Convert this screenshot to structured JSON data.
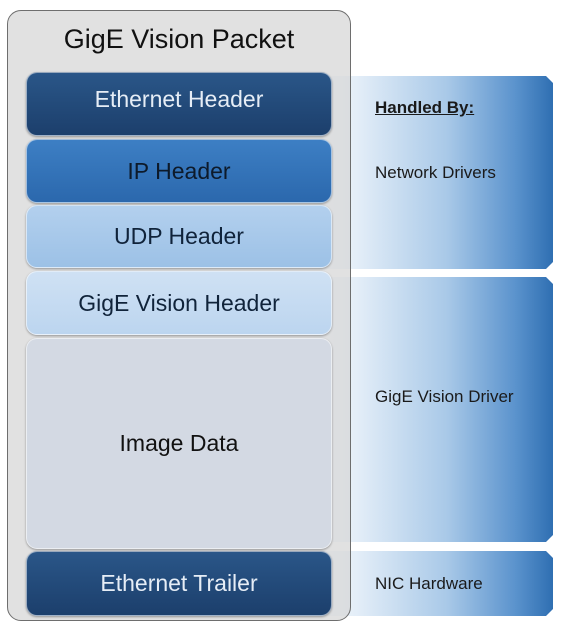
{
  "packet": {
    "title": "GigE Vision Packet",
    "layers": [
      {
        "id": "ethernet-header",
        "label": "Ethernet Header"
      },
      {
        "id": "ip-header",
        "label": "IP Header"
      },
      {
        "id": "udp-header",
        "label": "UDP Header"
      },
      {
        "id": "gige-vision-header",
        "label": "GigE Vision Header"
      },
      {
        "id": "image-data",
        "label": "Image Data"
      },
      {
        "id": "ethernet-trailer",
        "label": "Ethernet Trailer"
      }
    ]
  },
  "handlers": {
    "heading": "Handled By:",
    "groups": [
      {
        "label": "Network Drivers"
      },
      {
        "label": "GigE Vision Driver"
      },
      {
        "label": "NIC Hardware"
      }
    ]
  },
  "colors": {
    "dark_blue": "#1c3f6c",
    "mid_blue": "#2b68ad",
    "light_blue": "#9cc1e6",
    "pale_blue": "#bcd5ef",
    "image_gray": "#d3d9e3",
    "frame_gray": "#d6d6d6"
  }
}
